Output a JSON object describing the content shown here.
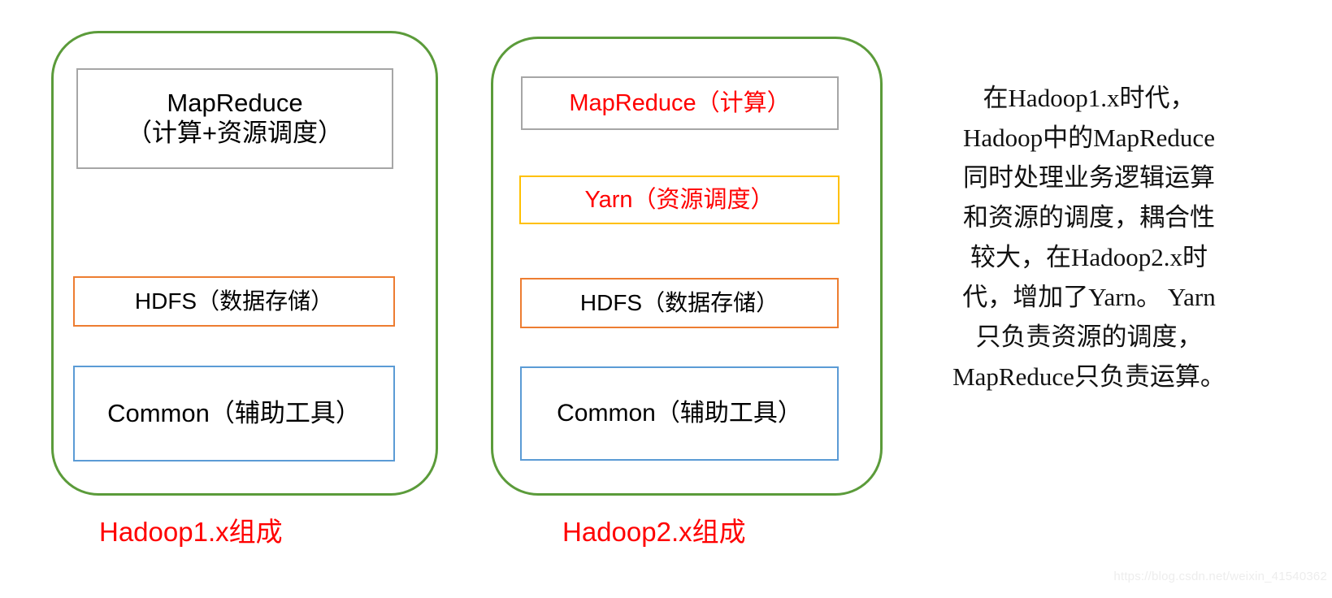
{
  "diagram": {
    "type": "layered-architecture-comparison",
    "background_color": "#FFFFFF",
    "colors": {
      "container_green": "#5B9B3A",
      "gray": "#A6A6A6",
      "orange": "#ED7D31",
      "blue": "#5B9BD5",
      "gold": "#FFC000",
      "red": "#FF0000",
      "text_black": "#000000"
    }
  },
  "hadoop1": {
    "caption": "Hadoop1.x组成",
    "layers": [
      {
        "name": "mapreduce",
        "line1": "MapReduce",
        "line2": "（计算+资源调度）",
        "border_color": "#A6A6A6",
        "text_color": "#000000"
      },
      {
        "name": "hdfs",
        "line1": "HDFS（数据存储）",
        "border_color": "#ED7D31",
        "text_color": "#000000"
      },
      {
        "name": "common",
        "line1": "Common（辅助工具）",
        "border_color": "#5B9BD5",
        "text_color": "#000000"
      }
    ]
  },
  "hadoop2": {
    "caption": "Hadoop2.x组成",
    "layers": [
      {
        "name": "mapreduce",
        "line1": "MapReduce（计算）",
        "border_color": "#A6A6A6",
        "text_color": "#FF0000"
      },
      {
        "name": "yarn",
        "line1": "Yarn（资源调度）",
        "border_color": "#FFC000",
        "text_color": "#FF0000"
      },
      {
        "name": "hdfs",
        "line1": "HDFS（数据存储）",
        "border_color": "#ED7D31",
        "text_color": "#000000"
      },
      {
        "name": "common",
        "line1": "Common（辅助工具）",
        "border_color": "#5B9BD5",
        "text_color": "#000000"
      }
    ]
  },
  "explanation": {
    "full_text": "在Hadoop1.x时代，Hadoop中的MapReduce同时处理业务逻辑运算和资源的调度，耦合性较大，在Hadoop2.x时代，增加了Yarn。Yarn只负责资源的调度，MapReduce只负责运算。",
    "lines": [
      "在Hadoop1.x时代，",
      "Hadoop中的MapReduce",
      "同时处理业务逻辑运算",
      "和资源的调度，耦合性",
      "较大，在Hadoop2.x时",
      "代，增加了Yarn。 Yarn",
      "只负责资源的调度，",
      "MapReduce只负责运算。"
    ]
  },
  "watermark": {
    "text": "https://blog.csdn.net/weixin_41540362"
  }
}
